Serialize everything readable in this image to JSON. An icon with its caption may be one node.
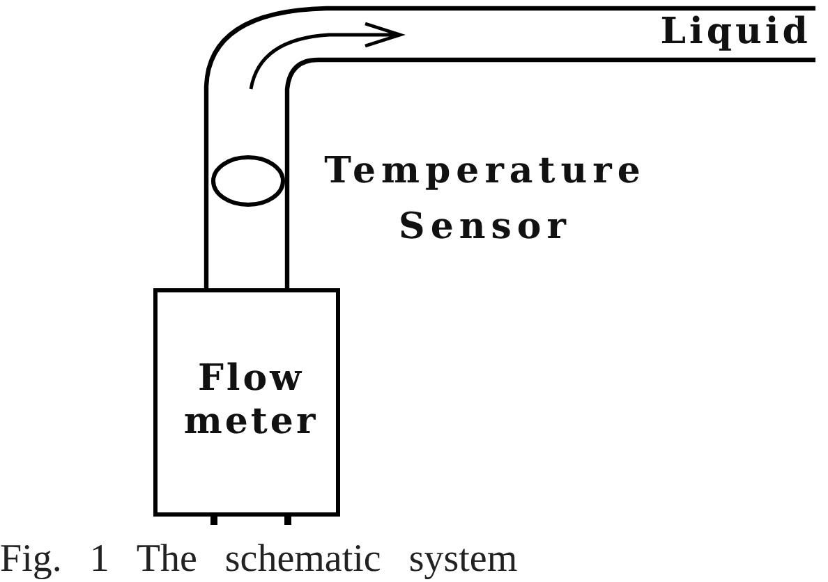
{
  "diagram": {
    "caption": "Fig. 1 The schematic system",
    "nodes": [
      {
        "text": [
          "Liquid"
        ]
      },
      {
        "text": [],
        "shape": "circle",
        "beside": [
          "Temperature Sensor"
        ],
        "in": 0
      },
      {
        "text": [
          "Flow meter"
        ]
      }
    ]
  }
}
